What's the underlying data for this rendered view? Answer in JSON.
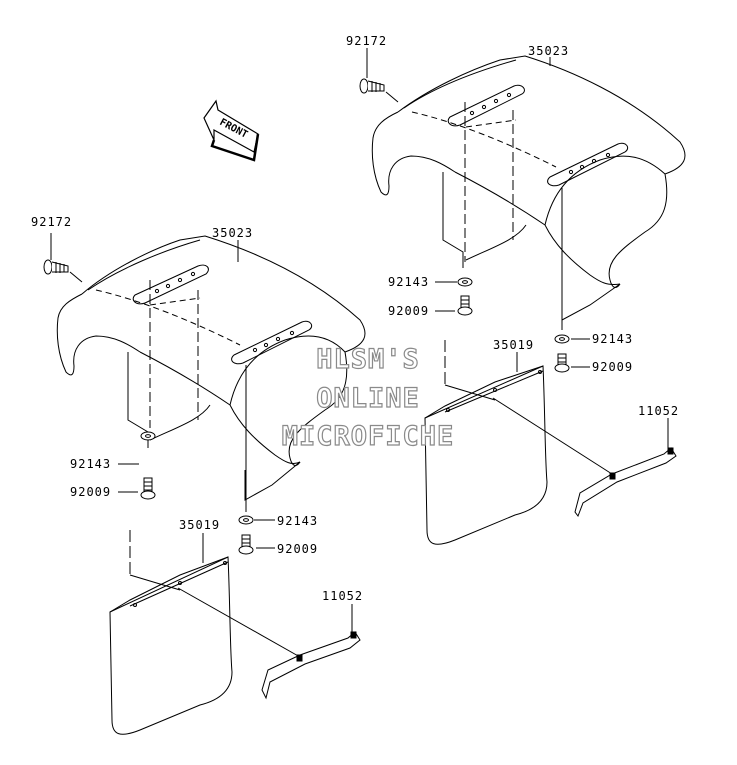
{
  "diagram": {
    "front_arrow_label": "FRONT",
    "watermark": [
      "HLSM'S",
      "ONLINE",
      "MICROFICHE"
    ],
    "callouts": [
      {
        "id": "left-92172",
        "part": "92172"
      },
      {
        "id": "left-35023",
        "part": "35023"
      },
      {
        "id": "left-92143-a",
        "part": "92143"
      },
      {
        "id": "left-92009-a",
        "part": "92009"
      },
      {
        "id": "left-92143-b",
        "part": "92143"
      },
      {
        "id": "left-92009-b",
        "part": "92009"
      },
      {
        "id": "left-35019",
        "part": "35019"
      },
      {
        "id": "left-11052",
        "part": "11052"
      },
      {
        "id": "right-92172",
        "part": "92172"
      },
      {
        "id": "right-35023",
        "part": "35023"
      },
      {
        "id": "right-92143-a",
        "part": "92143"
      },
      {
        "id": "right-92009-a",
        "part": "92009"
      },
      {
        "id": "right-92143-b",
        "part": "92143"
      },
      {
        "id": "right-92009-b",
        "part": "92009"
      },
      {
        "id": "right-35019",
        "part": "35019"
      },
      {
        "id": "right-11052",
        "part": "11052"
      }
    ]
  }
}
